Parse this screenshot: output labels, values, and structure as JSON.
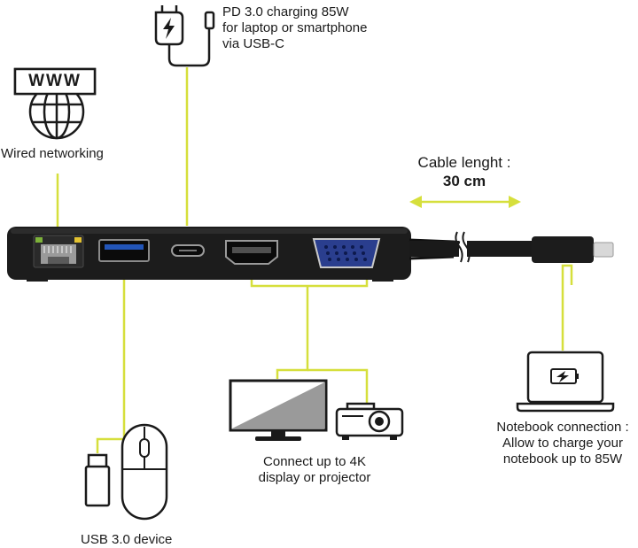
{
  "labels": {
    "pd_charging": "PD 3.0 charging 85W\nfor laptop or smartphone\nvia USB-C",
    "wired_networking": "Wired networking",
    "www": "WWW",
    "cable_length_caption": "Cable lenght :",
    "cable_length_value": "30 cm",
    "display": "Connect up to 4K\ndisplay or projector",
    "notebook": "Notebook connection :\nAllow to  charge your\nnotebook up to 85W",
    "usb_device": "USB 3.0 device"
  },
  "colors": {
    "accent_line": "#d6df3c",
    "hub_body": "#1c1c1c",
    "vga_blue": "#2a3e8e"
  }
}
